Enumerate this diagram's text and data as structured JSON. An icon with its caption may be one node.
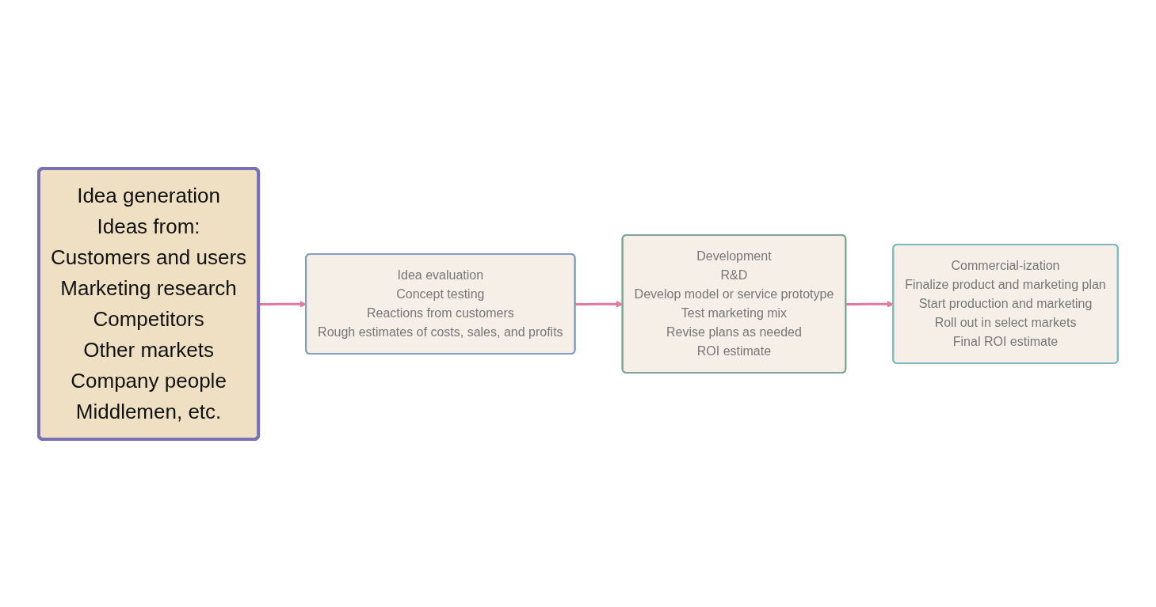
{
  "diagram": {
    "nodes": [
      {
        "text": [
          "Idea generation",
          "Ideas from:",
          "Customers and users",
          "Marketing research",
          "Competitors",
          "Other markets",
          "Company people",
          "Middlemen, etc."
        ]
      },
      {
        "text": [
          "Idea evaluation",
          "Concept testing",
          "Reactions from customers",
          "Rough estimates of costs, sales, and profits"
        ]
      },
      {
        "text": [
          "Development",
          "R&D",
          "Develop model or service prototype",
          "Test marketing mix",
          "Revise plans as needed",
          "ROI estimate"
        ]
      },
      {
        "text": [
          "Commercial-ization",
          "Finalize product and marketing plan",
          "Start production and marketing",
          "Roll out in select markets",
          "Final ROI estimate"
        ]
      }
    ],
    "edges": [
      {
        "from": 0,
        "to": 1,
        "arrow": "to"
      },
      {
        "from": 1,
        "to": 2,
        "arrow": "to"
      },
      {
        "from": 2,
        "to": 3,
        "arrow": "to"
      }
    ]
  }
}
